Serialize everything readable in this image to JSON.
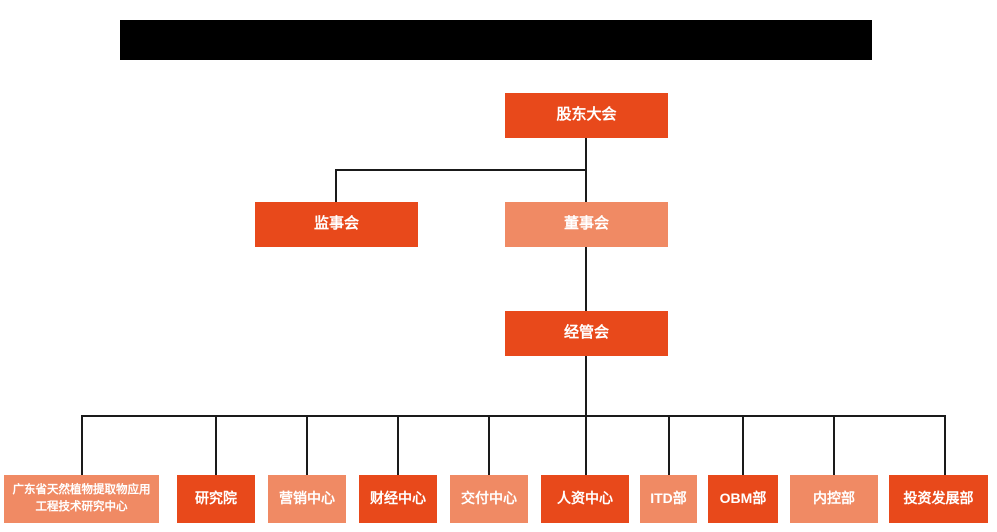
{
  "header": {
    "banner_label": ""
  },
  "chart_title": "",
  "levels": {
    "level1": [
      {
        "id": "shareholders",
        "label": "股东大会",
        "style": "dark"
      }
    ],
    "level2": [
      {
        "id": "supervisory",
        "label": "监事会",
        "style": "dark"
      },
      {
        "id": "board",
        "label": "董事会",
        "style": "light"
      }
    ],
    "level3": [
      {
        "id": "management",
        "label": "经管会",
        "style": "dark"
      }
    ],
    "level4": [
      {
        "id": "gd-research-center",
        "label": "广东省天然植物提取物应用工程技术研究中心",
        "style": "light"
      },
      {
        "id": "research-institute",
        "label": "研究院",
        "style": "dark"
      },
      {
        "id": "marketing-center",
        "label": "营销中心",
        "style": "light"
      },
      {
        "id": "finance-center",
        "label": "财经中心",
        "style": "dark"
      },
      {
        "id": "delivery-center",
        "label": "交付中心",
        "style": "light"
      },
      {
        "id": "hr-center",
        "label": "人资中心",
        "style": "dark"
      },
      {
        "id": "itd-department",
        "label": "ITD部",
        "style": "light"
      },
      {
        "id": "obm-department",
        "label": "OBM部",
        "style": "dark"
      },
      {
        "id": "internal-control-department",
        "label": "内控部",
        "style": "light"
      },
      {
        "id": "investment-development-department",
        "label": "投资发展部",
        "style": "dark"
      }
    ]
  },
  "colors": {
    "accent_dark": "#E8491B",
    "accent_light": "#F08A64",
    "connector": "#1A1A1A",
    "banner": "#000000",
    "background": "#FFFFFF",
    "node_text": "#FFFFFF"
  }
}
